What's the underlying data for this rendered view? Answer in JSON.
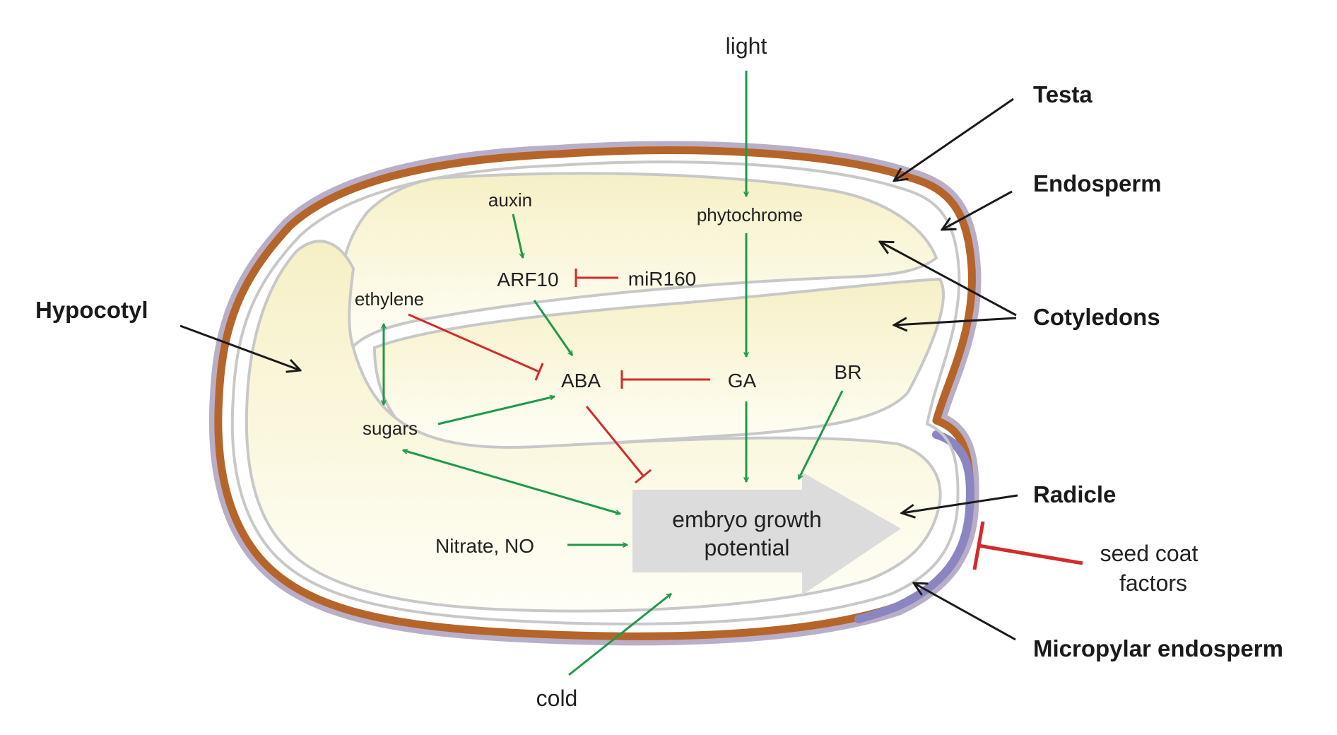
{
  "colors": {
    "testa": "#b5652a",
    "testa_halo": "#b9aec8",
    "micropylar": "#8b86c0",
    "embryo_fill_top": "#f6f0c6",
    "embryo_fill_bottom": "#fffef6",
    "embryo_outline": "#c8c8c8",
    "promote": "#1e9a4a",
    "inhibit": "#d42a2a",
    "pointer": "#1a1a1a",
    "growth_arrow": "#dcdcdc"
  },
  "signals": {
    "light": "light",
    "phytochrome": "phytochrome",
    "auxin": "auxin",
    "arf10": "ARF10",
    "mir160": "miR160",
    "ethylene": "ethylene",
    "aba": "ABA",
    "ga": "GA",
    "br": "BR",
    "sugars": "sugars",
    "nitrate_no": "Nitrate, NO",
    "cold": "cold",
    "seed_coat_line1": "seed coat",
    "seed_coat_line2": "factors"
  },
  "growth": {
    "line1": "embryo growth",
    "line2": "potential"
  },
  "structures": {
    "hypocotyl": "Hypocotyl",
    "testa": "Testa",
    "endosperm": "Endosperm",
    "cotyledons": "Cotyledons",
    "radicle": "Radicle",
    "micropylar_endosperm": "Micropylar endosperm"
  },
  "interactions": [
    {
      "from": "light",
      "to": "phytochrome",
      "type": "promotes"
    },
    {
      "from": "phytochrome",
      "to": "GA",
      "type": "promotes"
    },
    {
      "from": "auxin",
      "to": "ARF10",
      "type": "promotes"
    },
    {
      "from": "miR160",
      "to": "ARF10",
      "type": "inhibits"
    },
    {
      "from": "ARF10",
      "to": "ABA",
      "type": "promotes"
    },
    {
      "from": "ethylene",
      "to": "ABA",
      "type": "inhibits"
    },
    {
      "from": "GA",
      "to": "ABA",
      "type": "inhibits"
    },
    {
      "from": "ethylene",
      "to": "sugars",
      "type": "bidirectional"
    },
    {
      "from": "sugars",
      "to": "ABA",
      "type": "promotes"
    },
    {
      "from": "sugars",
      "to": "embryo growth potential",
      "type": "bidirectional"
    },
    {
      "from": "ABA",
      "to": "embryo growth potential",
      "type": "inhibits"
    },
    {
      "from": "GA",
      "to": "embryo growth potential",
      "type": "promotes"
    },
    {
      "from": "BR",
      "to": "embryo growth potential",
      "type": "promotes"
    },
    {
      "from": "Nitrate, NO",
      "to": "embryo growth potential",
      "type": "promotes"
    },
    {
      "from": "cold",
      "to": "embryo growth potential",
      "type": "promotes"
    },
    {
      "from": "seed coat factors",
      "to": "Micropylar endosperm",
      "type": "inhibits"
    }
  ]
}
